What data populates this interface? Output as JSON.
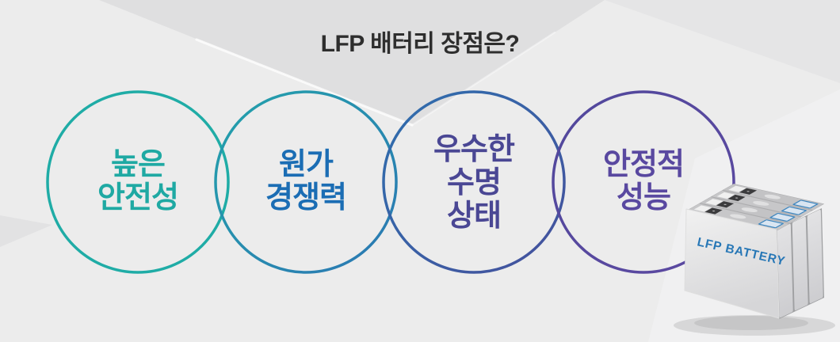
{
  "title": "LFP 배터리 장점은?",
  "title_color": "#2E2E2E",
  "background": {
    "base": "#ECECEC",
    "facet_dark": "#DFDFE0",
    "facet_top_right": "#E5E5E6",
    "facet_light": "#F2F2F3",
    "facet_left": "#E2E2E3"
  },
  "circles": [
    {
      "id": "safety",
      "lines": [
        "높은",
        "안전성"
      ],
      "text_color": "#1FA9A3",
      "stroke_start": "#1FACA6",
      "stroke_end": "#1FACA6"
    },
    {
      "id": "cost",
      "lines": [
        "원가",
        "경쟁력"
      ],
      "text_color": "#1B6DB4",
      "stroke_start": "#23A2AB",
      "stroke_end": "#2B77B3"
    },
    {
      "id": "lifespan",
      "lines": [
        "우수한",
        "수명",
        "상태"
      ],
      "text_color": "#4A4794",
      "stroke_start": "#2E6FAE",
      "stroke_end": "#45509C"
    },
    {
      "id": "performance",
      "lines": [
        "안정적",
        "성능"
      ],
      "text_color": "#5948A0",
      "stroke_start": "#51489C",
      "stroke_end": "#5C49A1"
    }
  ],
  "battery": {
    "label": "LFP BATTERY",
    "label_color": "#2777B6"
  }
}
